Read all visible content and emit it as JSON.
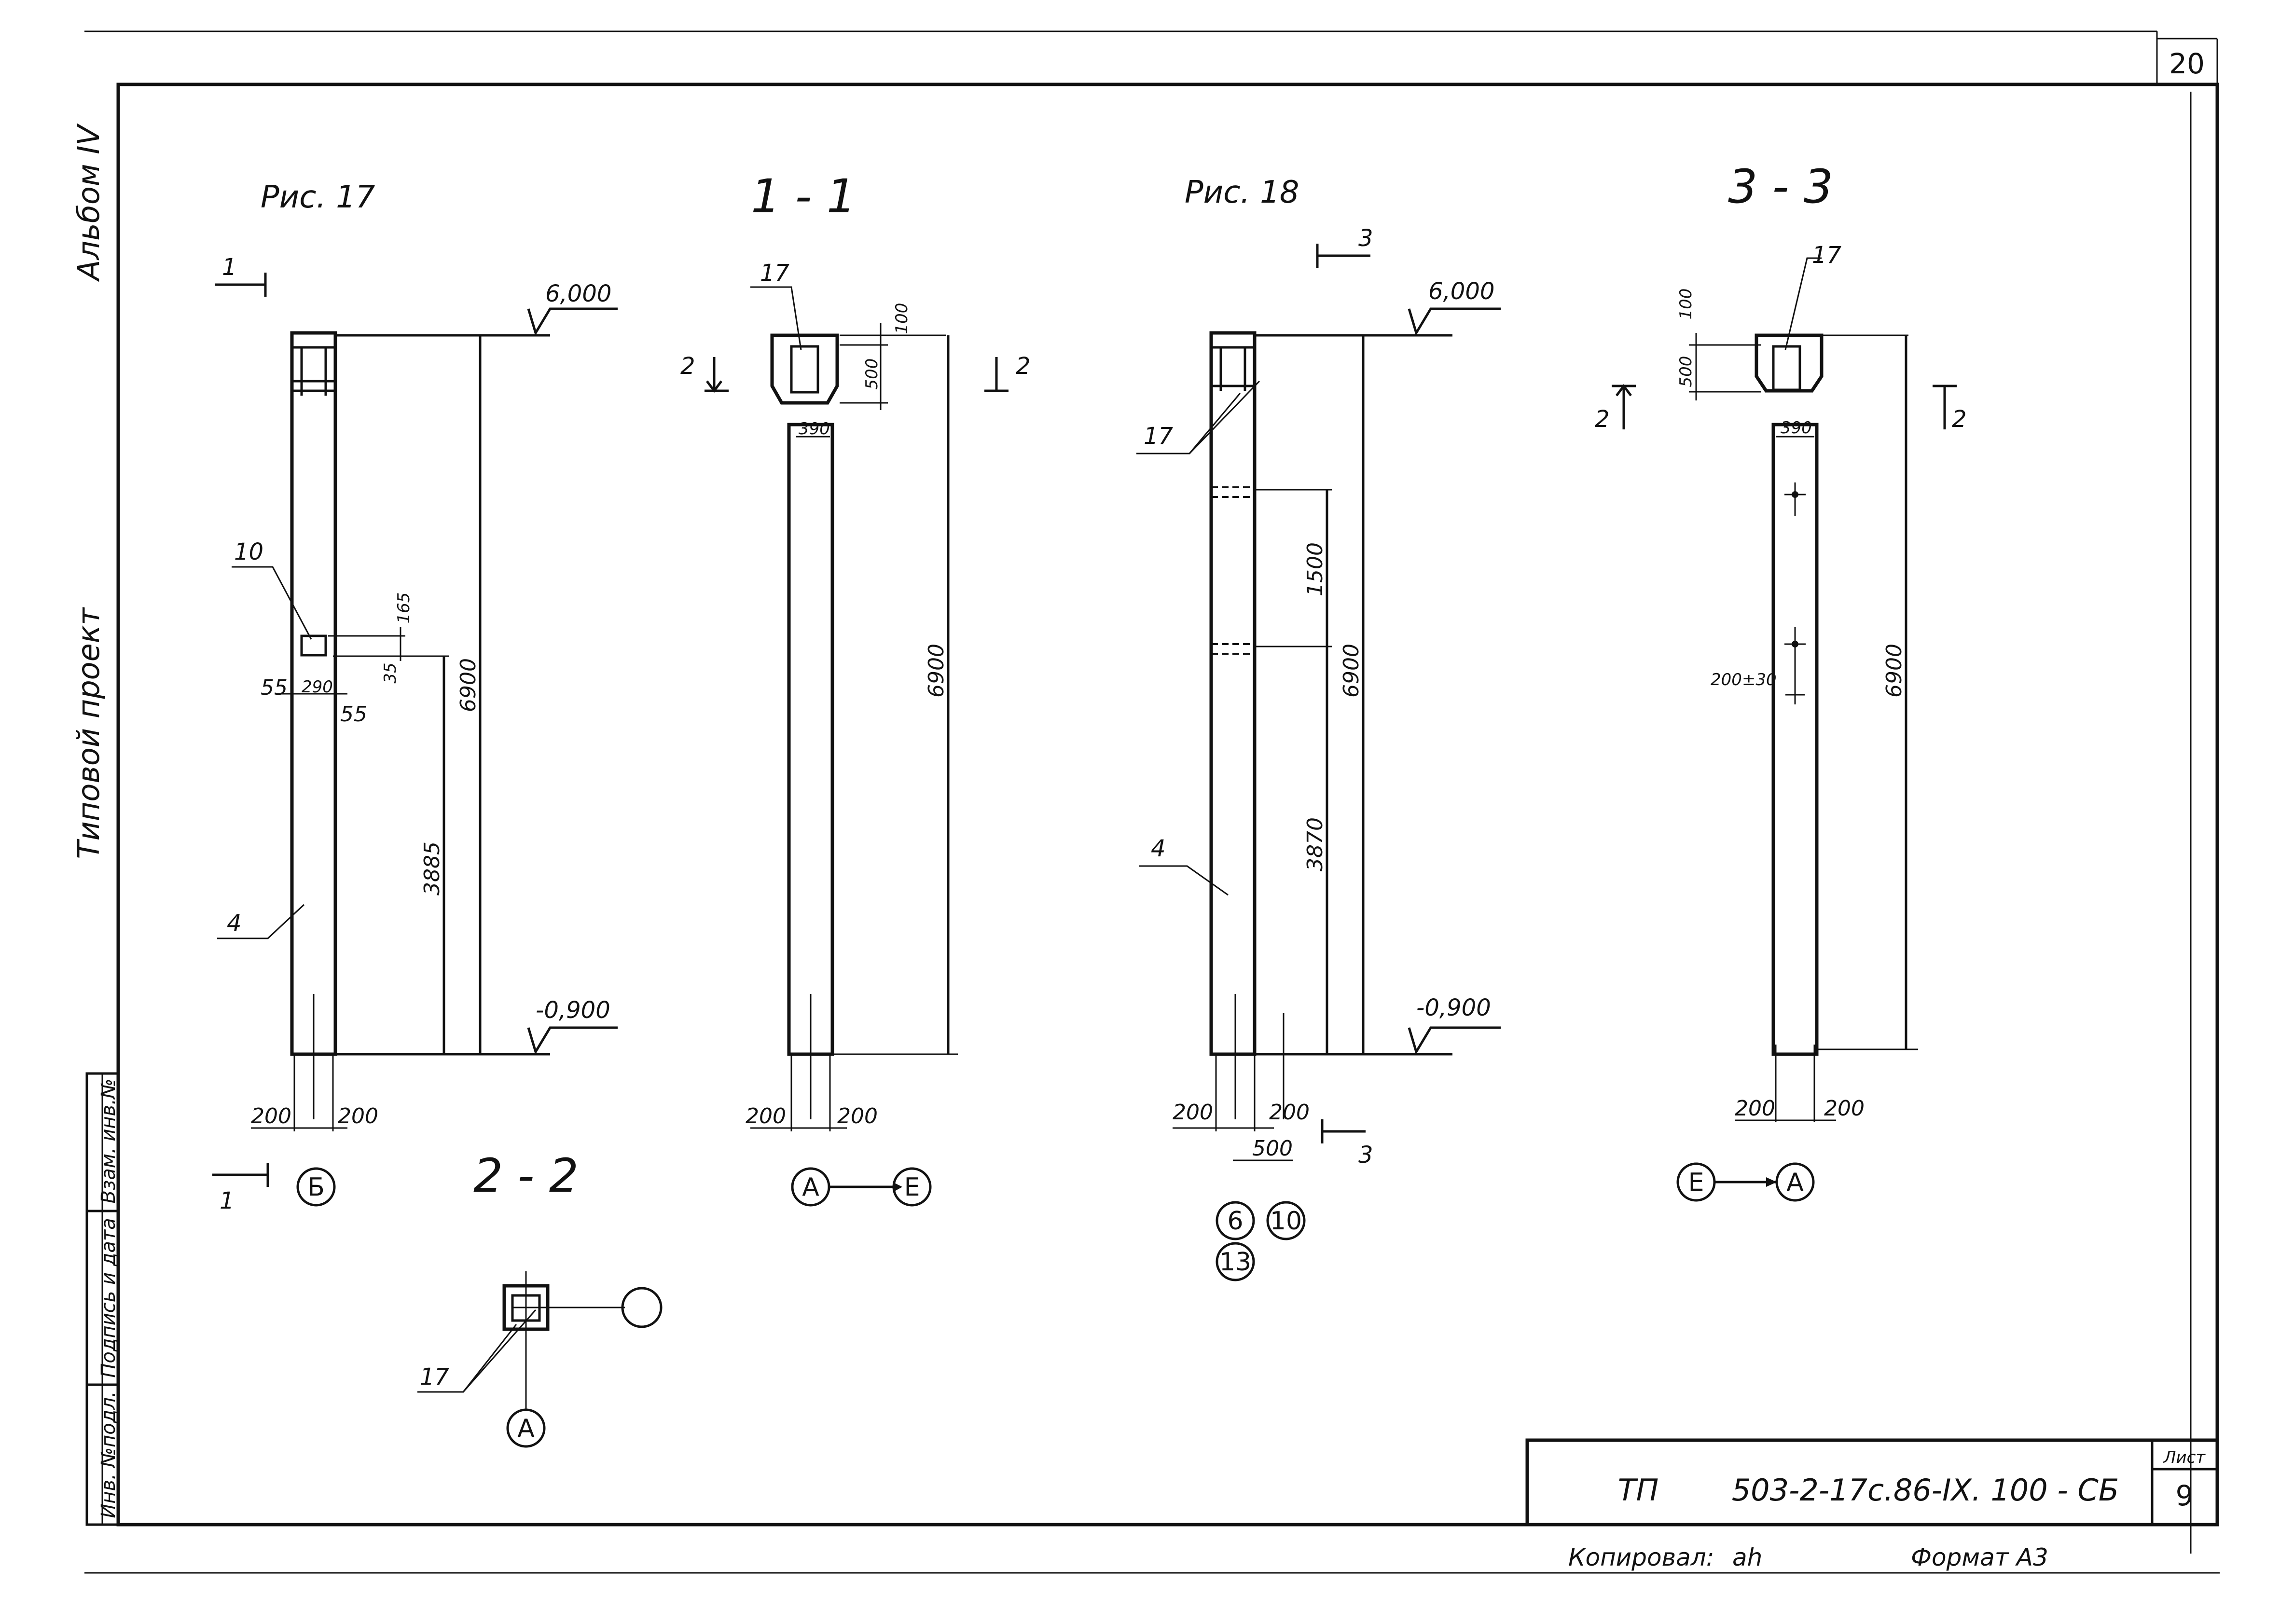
{
  "page_number": "20",
  "side_labels": {
    "album": "Альбом IV",
    "project": "Типовой проект"
  },
  "figures": {
    "fig17_title": "Рис. 17",
    "sec11_title": "1 - 1",
    "fig18_title": "Рис. 18",
    "sec33_title": "3 - 3",
    "sec22_title": "2 - 2"
  },
  "fig17": {
    "cut_mark_top": "1",
    "cut_mark_bottom": "1",
    "level_top": "6,000",
    "level_bottom": "-0,900",
    "height_total": "6900",
    "height_opening": "3885",
    "dim_165": "165",
    "dim_35": "35",
    "dim_55_left": "55",
    "dim_290": "290",
    "dim_55_right": "55",
    "leader_opening": "10",
    "leader_column": "4",
    "dim_200_left": "200",
    "dim_200_right": "200",
    "axis": "Б"
  },
  "sec11": {
    "leader": "17",
    "dim_100": "100",
    "dim_500": "500",
    "dim_390": "390",
    "height_total": "6900",
    "cut_left": "2",
    "cut_right": "2",
    "dim_200_left": "200",
    "dim_200_right": "200",
    "axis_a": "А",
    "axis_e": "Е"
  },
  "fig18": {
    "cut_mark_top": "3",
    "cut_mark_bottom": "3",
    "level_top": "6,000",
    "level_bottom": "-0,900",
    "leader_top": "17",
    "leader_column": "4",
    "dim_1500": "1500",
    "dim_3870": "3870",
    "height_total": "6900",
    "dim_200_left": "200",
    "dim_200_right": "200",
    "dim_500": "500",
    "axis_6": "6",
    "axis_10": "10",
    "axis_13": "13"
  },
  "sec33": {
    "leader": "17",
    "dim_100": "100",
    "dim_500": "500",
    "dim_390": "390",
    "height_total": "6900",
    "dim_200_30": "200±30",
    "cut_left": "2",
    "cut_right": "2",
    "dim_200_left": "200",
    "dim_200_right": "200",
    "axis_e": "Е",
    "axis_a": "А"
  },
  "sec22": {
    "leader": "17",
    "axis_a": "А"
  },
  "side_stamp": {
    "cell_inv_orig": "Инв. №подл.",
    "cell_sign_date": "Подпись и дата",
    "cell_vzam": "Взам. инв.№"
  },
  "title_block": {
    "tp_label": "ТП",
    "code": "503-2-17с.86-IX. 100 - СБ",
    "sheet_label": "Лист",
    "sheet_number": "9"
  },
  "footer": {
    "copied": "Копировал:",
    "copied_sign": "аh",
    "format": "Формат А3"
  }
}
